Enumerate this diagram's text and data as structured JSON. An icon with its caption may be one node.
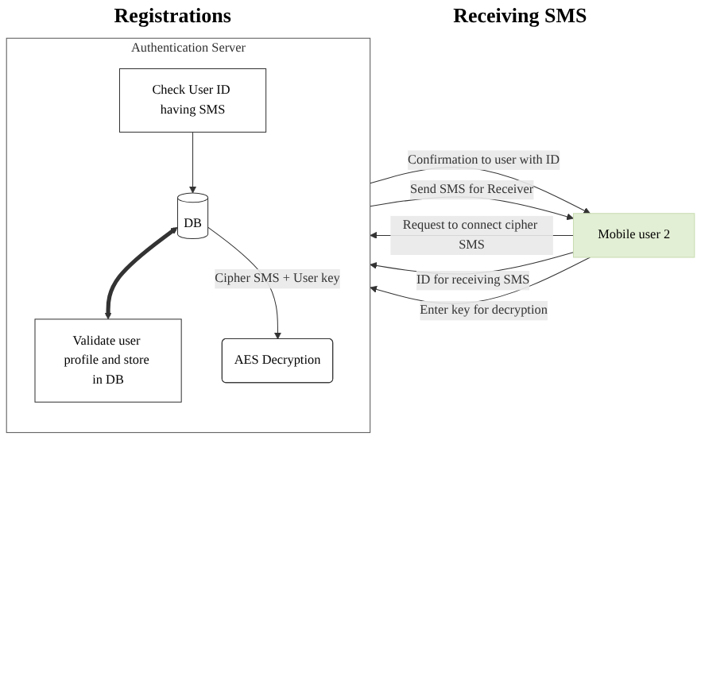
{
  "diagram": {
    "nodes": [
      {
        "text": [
          "Authentication Server"
        ]
      },
      {
        "text": [
          "DB"
        ],
        "in": 0
      },
      {
        "text": [
          "Validate user profile and store in DB"
        ],
        "in": 0
      },
      {
        "text": [
          "Check User ID having SMS"
        ],
        "in": 0
      },
      {
        "text": [
          "AES Decryption"
        ],
        "in": 0
      },
      {
        "text": [
          "Mobile user 2"
        ]
      }
    ],
    "edges": [
      {
        "from": 5,
        "to": 0,
        "arrow": "to",
        "label": "Request to connect cipher SMS"
      },
      {
        "from": 0,
        "to": 5,
        "arrow": "to",
        "label": "Confirmation to user with ID"
      },
      {
        "from": 5,
        "to": 0,
        "arrow": "to",
        "label": "ID for receiving SMS"
      },
      {
        "from": 5,
        "to": 0,
        "arrow": "to",
        "label": "Enter key for decryption"
      },
      {
        "from": 0,
        "to": 5,
        "arrow": "to",
        "label": "Send SMS for Receiver"
      },
      {
        "from": 1,
        "to": 2,
        "arrow": "both",
        "style": "thick"
      },
      {
        "from": 3,
        "to": 1,
        "arrow": "to"
      },
      {
        "from": 1,
        "to": 4,
        "arrow": "to",
        "label": "Cipher SMS + User key"
      }
    ],
    "labels": [
      "Registrations",
      "Receiving SMS"
    ]
  }
}
